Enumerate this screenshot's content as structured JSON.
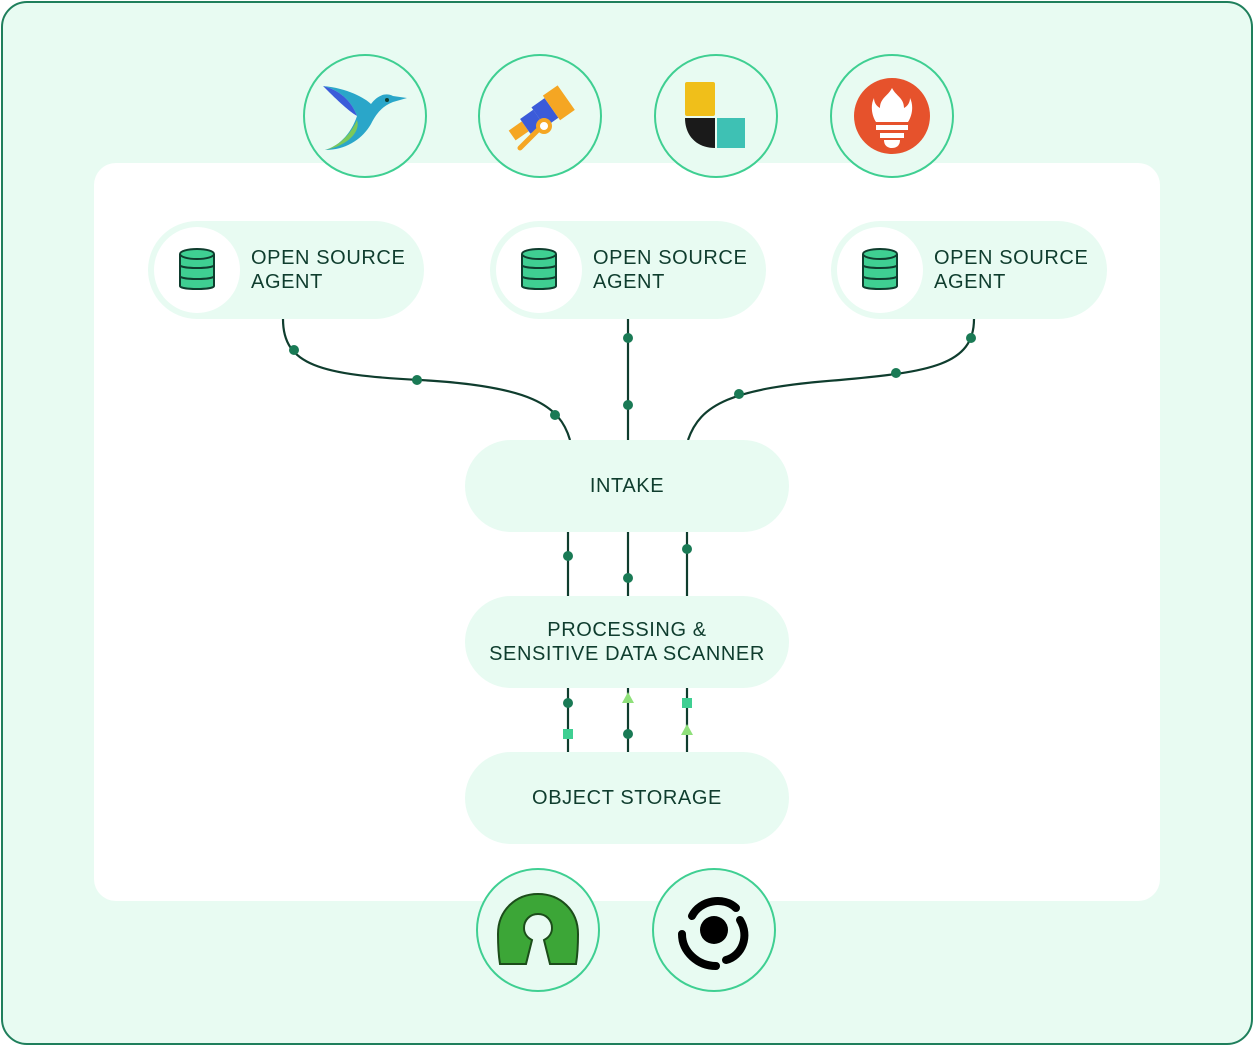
{
  "diagram": {
    "agents": [
      {
        "label": "OPEN SOURCE\nAGENT",
        "icon": "database-icon"
      },
      {
        "label": "OPEN SOURCE\nAGENT",
        "icon": "database-icon"
      },
      {
        "label": "OPEN SOURCE\nAGENT",
        "icon": "database-icon"
      }
    ],
    "stages": {
      "intake": "INTAKE",
      "processing": "PROCESSING &\nSENSITIVE DATA SCANNER",
      "storage": "OBJECT STORAGE"
    },
    "top_logos": [
      "hummingbird-logo-icon",
      "telescope-logo-icon",
      "elastic-logo-icon",
      "prometheus-torch-logo-icon"
    ],
    "bottom_logos": [
      "open-source-initiative-logo-icon",
      "swirl-logo-icon"
    ]
  },
  "colors": {
    "frame_border": "#1f7f5c",
    "background": "#e8fbf2",
    "accent": "#3fcf92",
    "wire": "#0f3d2e",
    "node_dot": "#1a7a55"
  }
}
